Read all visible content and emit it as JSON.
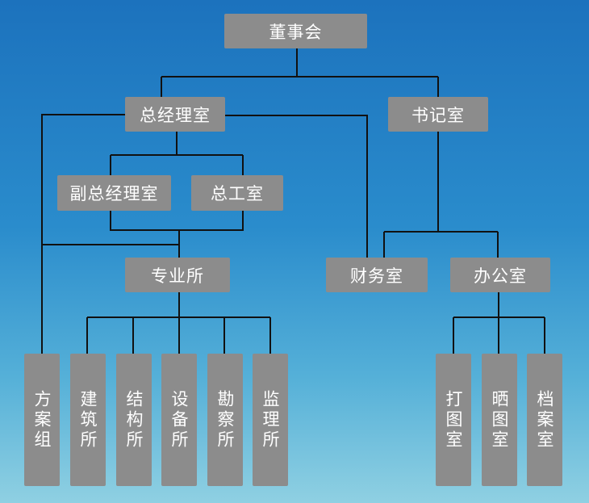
{
  "nodes": {
    "board": "董事会",
    "gm_office": "总经理室",
    "secretary_office": "书记室",
    "deputy_gm_office": "副总经理室",
    "chief_engineer_office": "总工室",
    "professional_institute": "专业所",
    "finance_office": "财务室",
    "admin_office": "办公室",
    "scheme_group": "方案组",
    "architecture_institute": "建筑所",
    "structure_institute": "结构所",
    "equipment_institute": "设备所",
    "survey_institute": "勘察所",
    "supervision_institute": "监理所",
    "printing_room": "打图室",
    "blueprint_room": "晒图室",
    "archive_room": "档案室"
  }
}
